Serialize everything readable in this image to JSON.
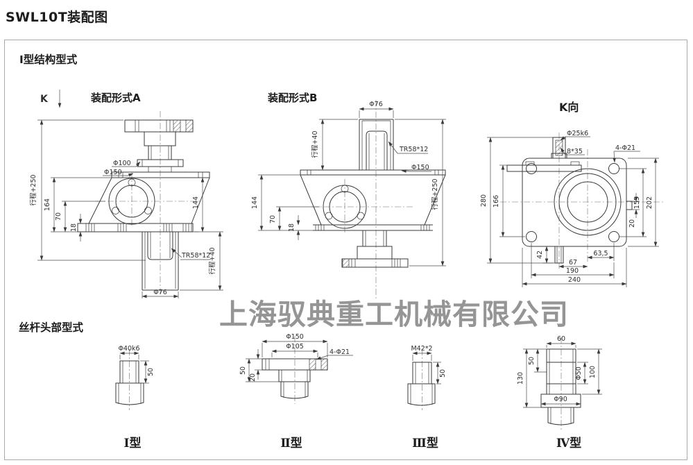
{
  "title": "SWL10T装配图",
  "watermark": "上海驭典重工机械有限公司",
  "sections": {
    "structure": "Ⅰ型结构型式",
    "head": "丝杆头部型式"
  },
  "views": {
    "form_a": {
      "label": "装配形式A",
      "marker": "K",
      "dims": {
        "travel250": "行程+250",
        "h164": "164",
        "h70": "70",
        "h18": "18",
        "d100": "Φ100",
        "d150": "Φ150",
        "h144": "144",
        "thread": "TR58*12",
        "travel40": "行程+40",
        "d76": "Φ76"
      }
    },
    "form_b": {
      "label": "装配形式B",
      "dims": {
        "d76": "Φ76",
        "travel40": "行程+40",
        "thread": "TR58*12",
        "d150": "Φ150",
        "travel250": "行程+250",
        "h144": "144",
        "h70": "70",
        "h18": "18"
      }
    },
    "k_view": {
      "label": "K向",
      "dims": {
        "shaft": "Φ25k6",
        "key": "8*35",
        "holes": "4-Φ21",
        "h280": "280",
        "h166": "166",
        "h20": "20",
        "h155": "155",
        "h202": "202",
        "h42": "42",
        "w63": "63,5",
        "w67": "67",
        "w190": "190",
        "w240": "240"
      }
    }
  },
  "heads": {
    "t1": {
      "label": "Ⅰ型",
      "d40": "Φ40k6",
      "h50": "50"
    },
    "t2": {
      "label": "Ⅱ型",
      "d150": "Φ150",
      "d105": "Φ105",
      "holes": "4-Φ21",
      "h20": "20",
      "h50": "50"
    },
    "t3": {
      "label": "Ⅲ型",
      "thread": "M42*2",
      "h50": "50"
    },
    "t4": {
      "label": "Ⅳ型",
      "w60": "60",
      "h50": "50",
      "d50": "Φ50",
      "h100": "100",
      "h130": "130",
      "d90": "Φ90"
    }
  },
  "colors": {
    "line": "#3a3a3a",
    "watermark": "#8a8a8a",
    "border": "#a9a9a9"
  }
}
